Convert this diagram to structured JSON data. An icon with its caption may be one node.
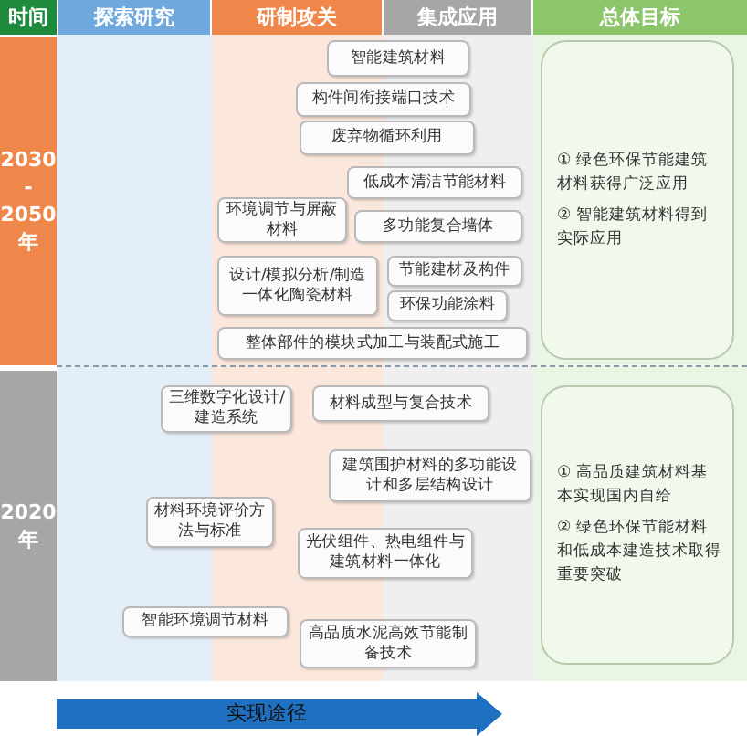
{
  "diagram": {
    "nodes": [
      {
        "text": [
          "时间"
        ]
      },
      {
        "text": [
          "探索研究"
        ]
      },
      {
        "text": [
          "研制攻关"
        ]
      },
      {
        "text": [
          "集成应用"
        ]
      },
      {
        "text": [
          "总体目标"
        ]
      },
      {
        "text": [
          "2030 - 2050 年"
        ]
      },
      {
        "text": [
          "智能建筑材料"
        ]
      },
      {
        "text": [
          "构件间衔接端口技术"
        ]
      },
      {
        "text": [
          "废弃物循环利用"
        ]
      },
      {
        "text": [
          "低成本清洁节能材料"
        ]
      },
      {
        "text": [
          "环境调节与屏蔽材料"
        ]
      },
      {
        "text": [
          "多功能复合墙体"
        ]
      },
      {
        "text": [
          "设计/模拟分析/制造一体化陶瓷材料"
        ]
      },
      {
        "text": [
          "节能建材及构件"
        ]
      },
      {
        "text": [
          "环保功能涂料"
        ]
      },
      {
        "text": [
          "整体部件的模块式加工与装配式施工"
        ]
      },
      {
        "text": [
          "① 绿色环保节能建筑材料获得广泛应用",
          "② 智能建筑材料得到实际应用"
        ]
      },
      {
        "text": [
          "2020 年"
        ]
      },
      {
        "text": [
          "三维数字化设计/建造系统"
        ]
      },
      {
        "text": [
          "材料成型与复合技术"
        ]
      },
      {
        "text": [
          "建筑围护材料的多功能设计和多层结构设计"
        ]
      },
      {
        "text": [
          "① 高品质建筑材料基本实现国内自给",
          "② 绿色环保节能材料和低成本建造技术取得重要突破"
        ]
      },
      {
        "text": [
          "材料环境评价方法与标准"
        ]
      },
      {
        "text": [
          "光伏组件、热电组件与建筑材料一体化"
        ]
      },
      {
        "text": [
          "智能环境调节材料"
        ]
      },
      {
        "text": [
          "高品质水泥高效节能制备技术"
        ]
      },
      {
        "text": [
          "实现途径"
        ]
      }
    ]
  }
}
